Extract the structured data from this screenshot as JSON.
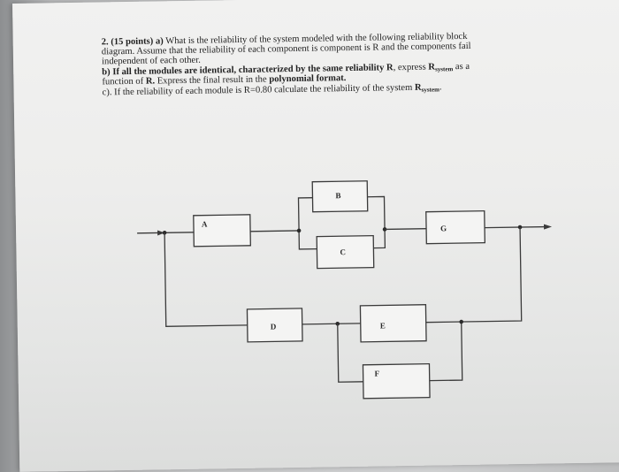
{
  "problem": {
    "line1_number": "2.",
    "line1_points": "(15 points) a)",
    "line1_rest": " What is the reliability of the system modeled with the following reliability block",
    "line2": "diagram. Assume that the reliability of each component is component  is R and  the components fail",
    "line3": "independent of each other.",
    "line4_lead": "b) If all the modules are identical, characterized by the same reliability ",
    "line4_R": "R",
    "line4_mid": ", express ",
    "line4_Rsys": "R",
    "line4_sub": "system",
    "line4_end": " as a",
    "line5_lead": "function of ",
    "line5_R": "R.",
    "line5_mid": "  Express the final result in the ",
    "line5_bold": "polynomial format.",
    "line6_lead": "c). If the reliability of each module is R=0.80 calculate the reliability of the system  ",
    "line6_R": "R",
    "line6_sub": "system",
    "line6_end": "."
  },
  "diagram": {
    "blocks": [
      "A",
      "B",
      "C",
      "G",
      "D",
      "E",
      "F"
    ]
  }
}
